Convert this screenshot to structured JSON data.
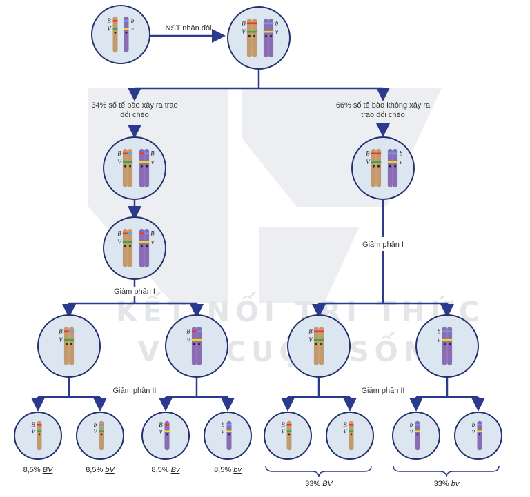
{
  "labels": {
    "duplication": "NST nhân đôi",
    "crossover_pct": "34% số tế bào xảy ra trao đổi chéo",
    "no_crossover_pct": "66% số tế bào không xảy ra trao đổi chéo",
    "meiosis1_left": "Giảm phân I",
    "meiosis1_right": "Giảm phân I",
    "meiosis2_left": "Giảm phân II",
    "meiosis2_right": "Giảm phân II"
  },
  "watermark": {
    "line1": "KẾT NỐI TRI THỨC",
    "line2": "VỚI CUỘC SỐNG"
  },
  "alleles": {
    "B": "B",
    "b": "b",
    "V": "V",
    "v": "v"
  },
  "gametes": [
    {
      "pct": "8,5%",
      "genotype": "BV"
    },
    {
      "pct": "8,5%",
      "genotype": "bV"
    },
    {
      "pct": "8,5%",
      "genotype": "Bv"
    },
    {
      "pct": "8,5%",
      "genotype": "bv"
    }
  ],
  "gamete_groups": [
    {
      "pct": "33%",
      "genotype": "BV"
    },
    {
      "pct": "33%",
      "genotype": "bv"
    }
  ],
  "colors": {
    "arrow": "#2b3a8f",
    "cell_fill": "#dbe6f1",
    "cell_stroke": "#25306f",
    "chrom_tan": "#c49a6c",
    "chrom_purple": "#8a6bb5",
    "band_red": "#e23b2e",
    "band_blue": "#6a9fe0",
    "band_green": "#3aa64a",
    "band_yellow": "#f1d81b"
  }
}
